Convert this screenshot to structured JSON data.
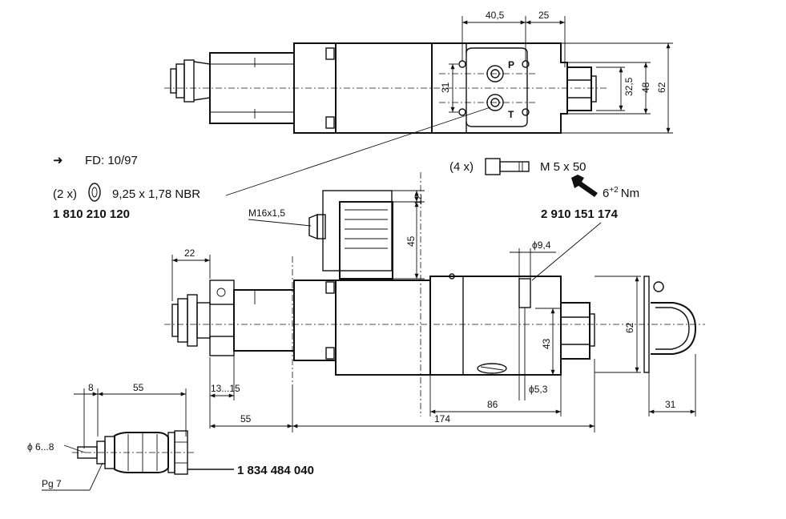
{
  "top_view": {
    "dims": {
      "d405": "40,5",
      "d25": "25",
      "d31": "31",
      "d325": "32,5",
      "d48": "48",
      "d62": "62"
    },
    "ports": {
      "p": "P",
      "t": "T"
    }
  },
  "notes": {
    "fd_arrow": "➜",
    "fd": "FD: 10/97",
    "oring_qty": "(2 x)",
    "oring_spec": "9,25 x 1,78 NBR",
    "oring_part": "1 810 210 120",
    "screw_qty": "(4 x)",
    "screw_spec": "M 5 x 50",
    "torque_base": "6",
    "torque_sup": "+2",
    "torque_unit": "Nm",
    "screw_part": "2 910 151 174",
    "connector_part": "1 834 484 040"
  },
  "front_view": {
    "dims": {
      "d12": "12",
      "d45": "45",
      "m16": "M16x1,5",
      "d22": "22",
      "dia94": "ϕ9,4",
      "d62": "62",
      "d43": "43",
      "d1315": "13...15",
      "dia53": "ϕ5,3",
      "d86": "86",
      "d31": "31",
      "d55a": "55",
      "d174": "174",
      "d8": "8",
      "d55b": "55",
      "dia68": "ϕ 6...8",
      "pg7": "Pg 7"
    }
  }
}
